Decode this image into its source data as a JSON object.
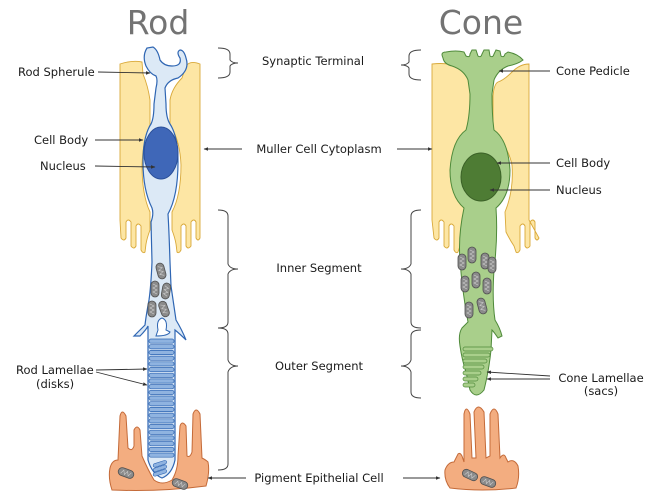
{
  "titles": {
    "rod": "Rod",
    "cone": "Cone"
  },
  "center_labels": {
    "synaptic_terminal": "Synaptic Terminal",
    "muller_cell_cytoplasm": "Muller Cell Cytoplasm",
    "inner_segment": "Inner Segment",
    "outer_segment": "Outer Segment",
    "pigment_epithelial_cell": "Pigment Epithelial Cell"
  },
  "rod_labels": {
    "rod_spherule": "Rod Spherule",
    "cell_body": "Cell Body",
    "nucleus": "Nucleus",
    "rod_lamellae_line1": "Rod Lamellae",
    "rod_lamellae_line2": "(disks)"
  },
  "cone_labels": {
    "cone_pedicle": "Cone Pedicle",
    "cell_body": "Cell Body",
    "nucleus": "Nucleus",
    "cone_lamellae_line1": "Cone Lamellae",
    "cone_lamellae_line2": "(sacs)"
  },
  "colors": {
    "title": "#737373",
    "muller_fill": "#fde6a4",
    "muller_stroke": "#d9a93a",
    "rod_fill": "#dce9f6",
    "rod_stroke": "#2f66b3",
    "rod_nucleus": "#3f67b8",
    "rod_disk": "#8fb3e0",
    "cone_fill": "#a9cf8b",
    "cone_stroke": "#4f8a3a",
    "cone_nucleus": "#4e7c34",
    "pigment_fill": "#f3ad80",
    "pigment_stroke": "#c46a38",
    "mito_fill": "#8a8a8a",
    "mito_stroke": "#4f4f4f"
  }
}
